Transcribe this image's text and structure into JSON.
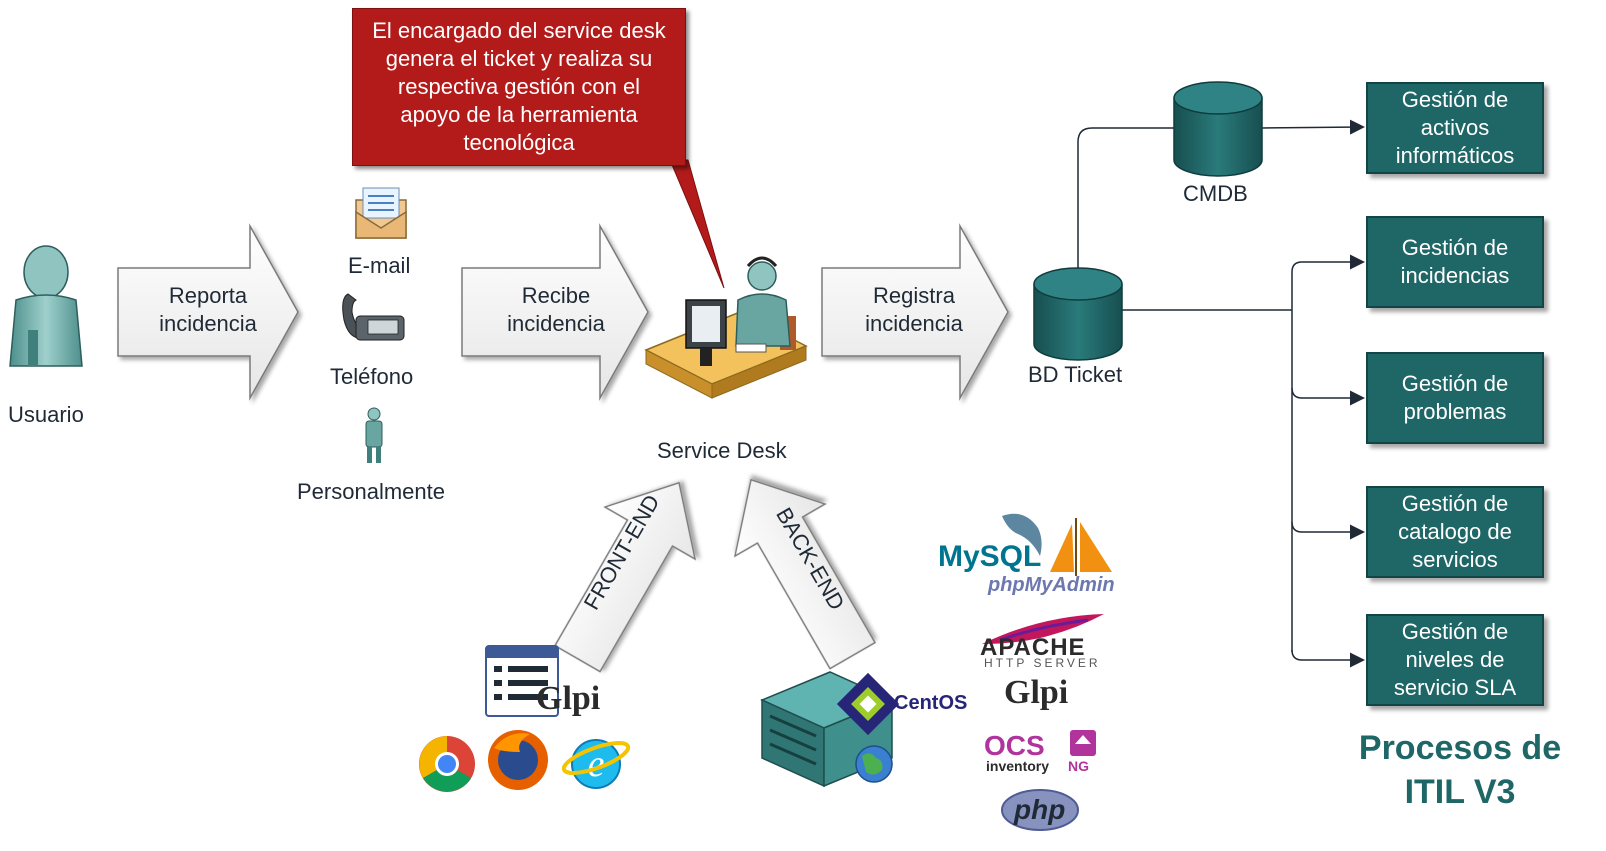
{
  "callout": {
    "lines": [
      "El encargado del service desk",
      "genera el ticket y realiza su",
      "respectiva gestión con el",
      "apoyo de la herramienta",
      "tecnológica"
    ]
  },
  "actors": {
    "usuario": "Usuario",
    "service_desk": "Service Desk",
    "bd_ticket": "BD Ticket",
    "cmdb": "CMDB"
  },
  "channels": {
    "email": "E-mail",
    "telefono": "Teléfono",
    "personal": "Personalmente"
  },
  "arrows": {
    "reporta": [
      "Reporta",
      "incidencia"
    ],
    "recibe": [
      "Recibe",
      "incidencia"
    ],
    "registra": [
      "Registra",
      "incidencia"
    ],
    "front_end": "FRONT-END",
    "back_end": "BACK-END"
  },
  "itil_processes": [
    [
      "Gestión de",
      "activos",
      "informáticos"
    ],
    [
      "Gestión de",
      "incidencias"
    ],
    [
      "Gestión de",
      "problemas"
    ],
    [
      "Gestión de",
      "catalogo de",
      "servicios"
    ],
    [
      "Gestión de",
      "niveles de",
      "servicio SLA"
    ]
  ],
  "procesos_title": [
    "Procesos de",
    "ITIL V3"
  ],
  "logos": {
    "glpi": "Glpi",
    "centos": "CentOS",
    "mysql": "MySQL",
    "phpmyadmin": "phpMyAdmin",
    "apache": "APACHE",
    "apache_sub": "HTTP SERVER",
    "ocs": "OCS",
    "ocs_sub": "inventory",
    "ocs_ng": "NG",
    "php": "php"
  },
  "colors": {
    "teal": "#1f6667",
    "callout_red": "#b31b1b",
    "arrow_fill": "#f2f2f2",
    "text": "#1f2a36"
  }
}
